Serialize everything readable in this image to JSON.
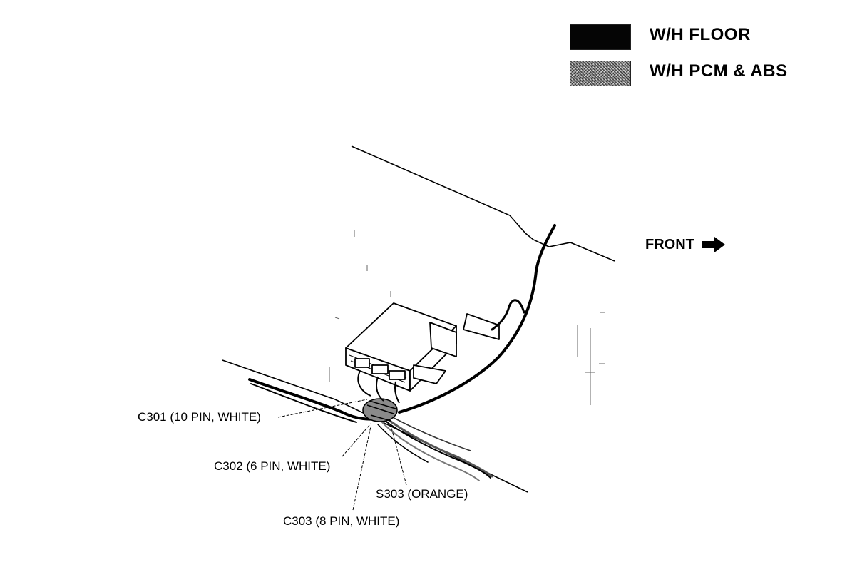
{
  "legend": [
    {
      "label": "W/H FLOOR",
      "pattern": "solid-black"
    },
    {
      "label": "W/H PCM & ABS",
      "pattern": "dotted-gray"
    }
  ],
  "direction": {
    "label": "FRONT",
    "icon": "right-arrow-icon"
  },
  "callouts": {
    "c301": "C301 (10 PIN, WHITE)",
    "c302": "C302 (6 PIN, WHITE)",
    "s303": "S303 (ORANGE)",
    "c303": "C303 (8 PIN, WHITE)"
  },
  "colors": {
    "ink": "#000000",
    "paper": "#ffffff",
    "pcm_harness": "#8a8a8a"
  }
}
